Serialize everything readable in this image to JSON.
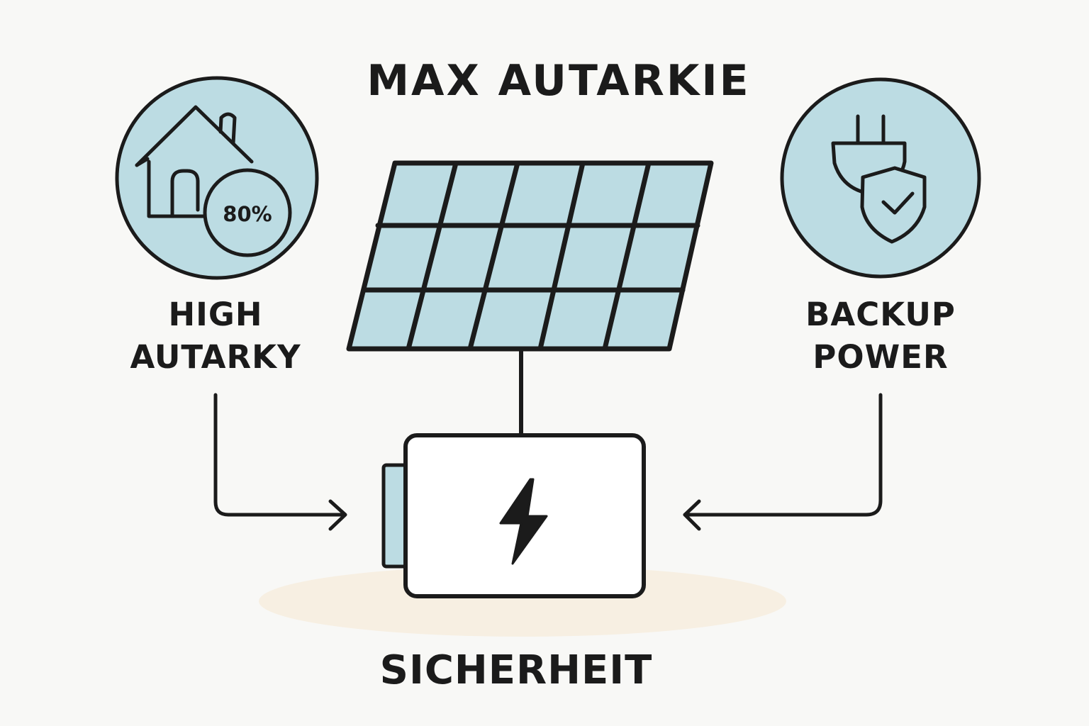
{
  "title": "MAX AUTARKIE",
  "bottom_title": "SICHERHEIT",
  "left_node": {
    "label_lines": [
      "HIGH",
      "AUTARKY"
    ],
    "badge_value": "80%",
    "icon": "house-icon"
  },
  "right_node": {
    "label_lines": [
      "BACKUP",
      "POWER"
    ],
    "icon": "plug-shield-icon"
  },
  "center_nodes": {
    "solar_panel_icon": "solar-panel-icon",
    "battery_icon": "battery-icon",
    "bolt_icon": "lightning-bolt-icon"
  },
  "colors": {
    "background": "#f8f8f6",
    "fill": "#bcdce3",
    "stroke": "#1b1b1b",
    "shadow": "#f7efe2",
    "battery_body": "#ffffff"
  }
}
